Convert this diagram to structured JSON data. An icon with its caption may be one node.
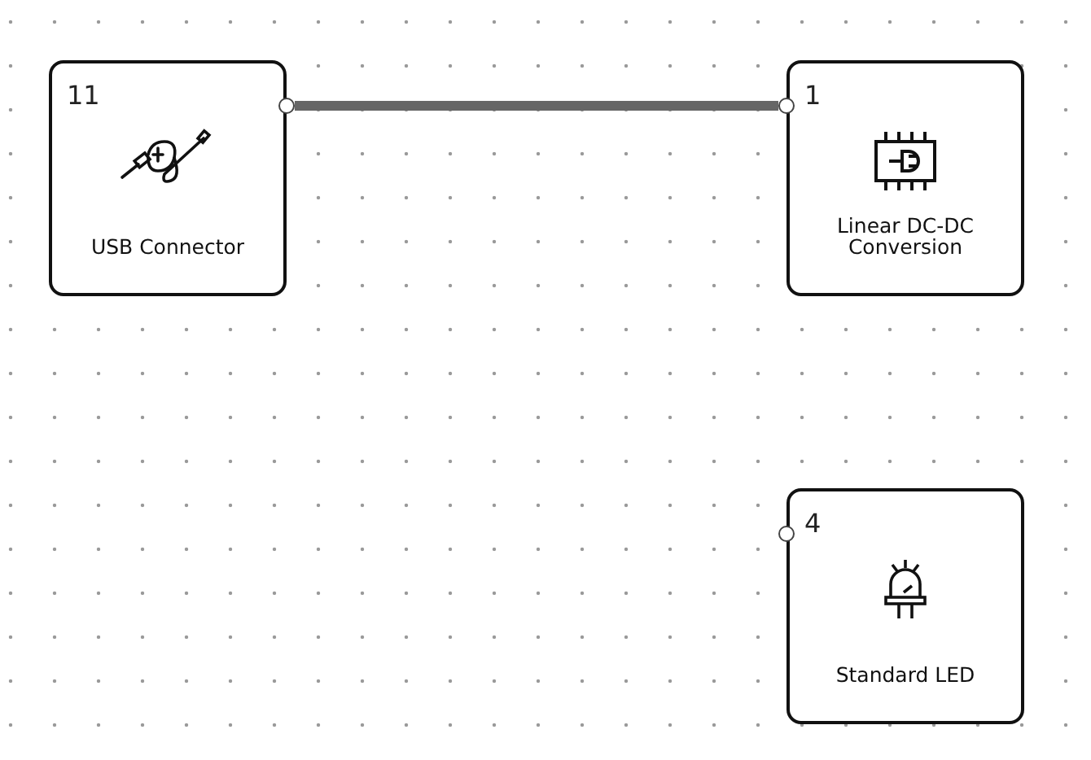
{
  "diagram": {
    "nodes": [
      {
        "text": [
          "11",
          "USB Connector"
        ]
      },
      {
        "text": [
          "1",
          "Linear DC-DC Conversion"
        ]
      },
      {
        "text": [
          "4",
          "Standard LED"
        ]
      }
    ],
    "edges": [
      {
        "from": 0,
        "to": 1,
        "arrow": "none"
      }
    ]
  }
}
